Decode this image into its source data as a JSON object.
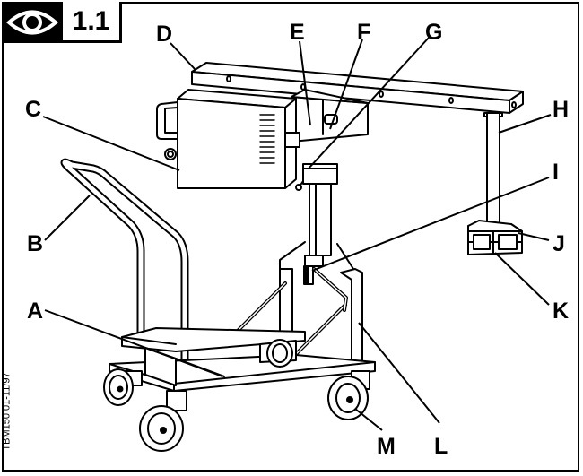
{
  "figure_number": "1.1",
  "document_code": "TBM150 01-11/97",
  "badge_icon": "eye-icon",
  "labels": {
    "A": "A",
    "B": "B",
    "C": "C",
    "D": "D",
    "E": "E",
    "F": "F",
    "G": "G",
    "H": "H",
    "I": "I",
    "J": "J",
    "K": "K",
    "L": "L",
    "M": "M"
  }
}
